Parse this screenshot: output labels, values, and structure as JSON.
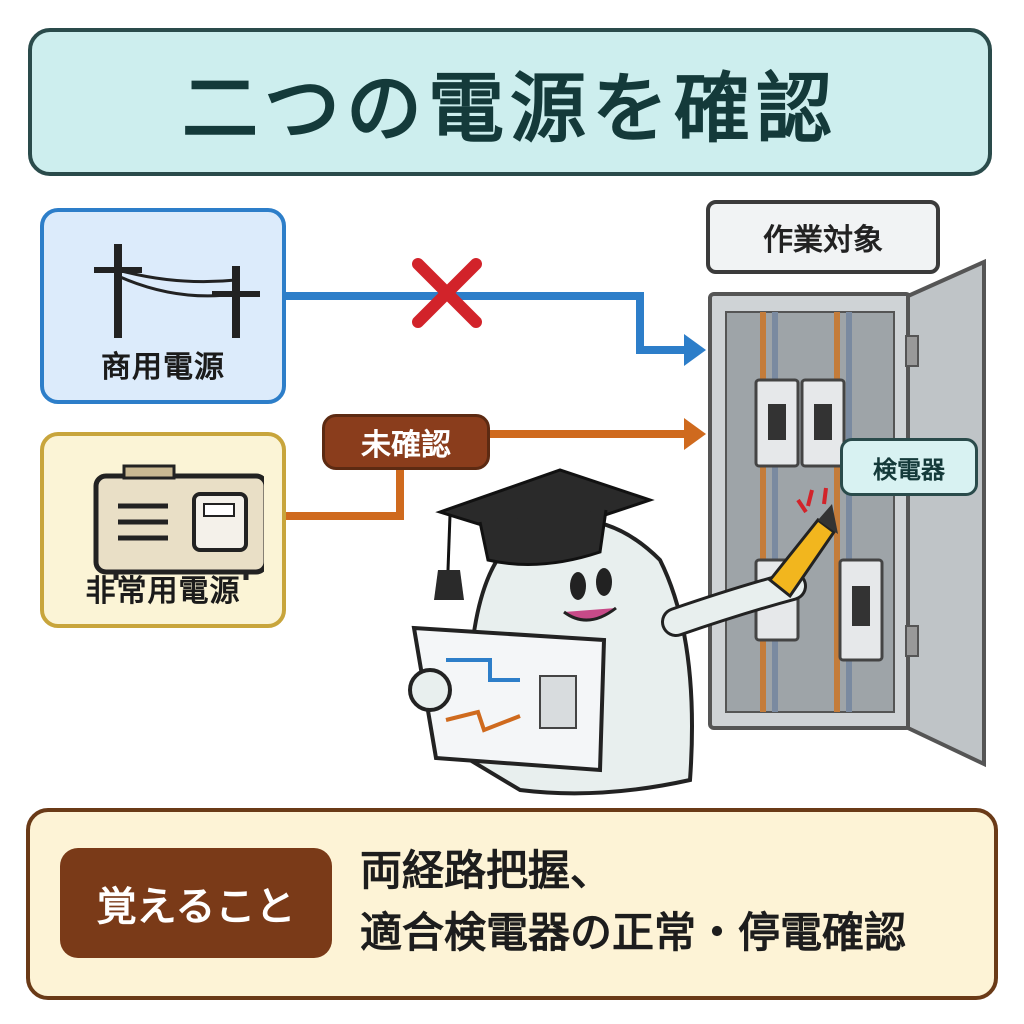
{
  "title": "二つの電源を確認",
  "sources": {
    "commercial": {
      "label": "商用電源",
      "icon": "utility-pole-icon",
      "color": "#2d7ec9"
    },
    "emergency": {
      "label": "非常用電源",
      "icon": "generator-icon",
      "color": "#c8a53c"
    }
  },
  "status_unconfirmed": "未確認",
  "target_label": "作業対象",
  "detector_label": "検電器",
  "memo": {
    "label": "覚えること",
    "line1": "両経路把握、",
    "line2": "適合検電器の正常・停電確認"
  },
  "colors": {
    "commercial_path": "#2d7ec9",
    "emergency_path": "#cf6a1e",
    "blocked_mark": "#d2232a"
  }
}
